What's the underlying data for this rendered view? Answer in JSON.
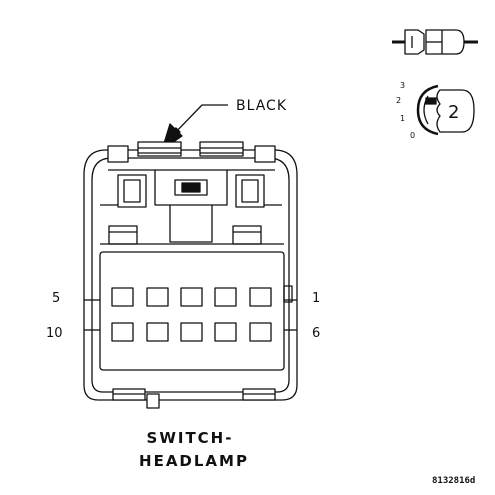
{
  "callout_label": "BLACK",
  "pin_labels": {
    "left_top": "5",
    "left_bottom": "10",
    "right_top": "1",
    "right_bottom": "6"
  },
  "title_line_1": "SWITCH-",
  "title_line_2": "HEADLAMP",
  "reference_number": "8132816d",
  "lock_scale": [
    "3",
    "2",
    "1",
    "0"
  ],
  "lock_position": "2",
  "colors": {
    "line": "#111111",
    "background": "#ffffff"
  }
}
